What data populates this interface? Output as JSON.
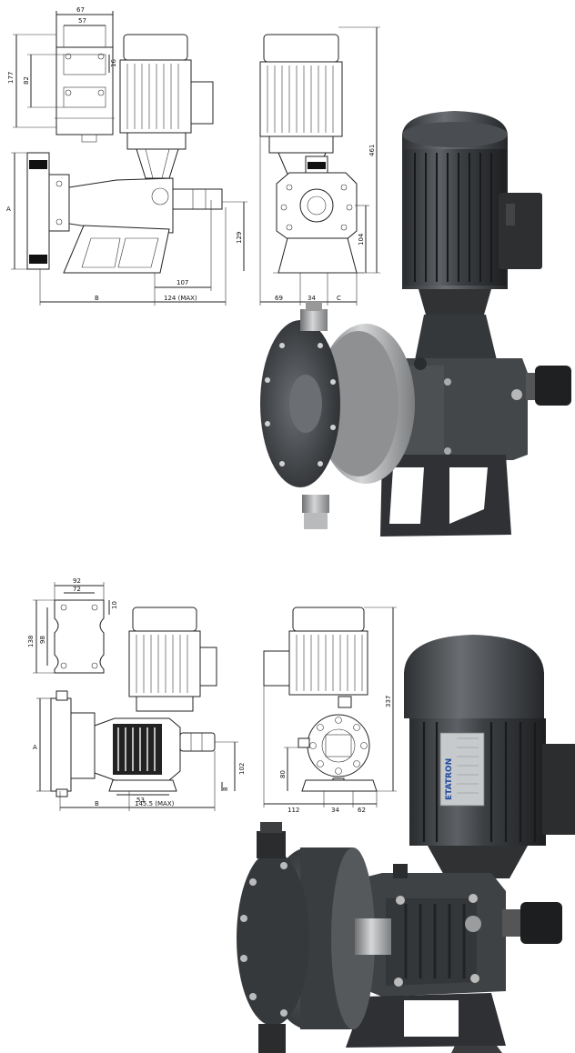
{
  "top_section": {
    "drawing_a": {
      "dims": {
        "w67": "67",
        "w57": "57",
        "h177": "177",
        "h82": "82",
        "d16": "16",
        "labelA": "A",
        "h129": "129",
        "d107": "107",
        "labelB": "B",
        "d124": "124 (MAX)"
      }
    },
    "drawing_b": {
      "dims": {
        "h461": "461",
        "h104": "104",
        "d69": "69",
        "d34": "34",
        "labelC": "C"
      }
    }
  },
  "bottom_section": {
    "drawing_a": {
      "dims": {
        "w92": "92",
        "w72": "72",
        "d10": "10",
        "h138": "138",
        "h98": "98",
        "labelA": "A",
        "h102": "102",
        "d8": "8",
        "d53": "53",
        "labelB": "B",
        "d145": "145.5 (MAX)"
      }
    },
    "drawing_b": {
      "dims": {
        "h337": "337",
        "h80": "80",
        "d112": "112",
        "d34": "34",
        "d62": "62"
      }
    },
    "nameplate": {
      "brand": "ETATRON"
    }
  },
  "colors": {
    "line": "#222222",
    "pump_dark": "#3b3e41",
    "pump_mid": "#55595c",
    "steel": "#a7a9ab"
  }
}
